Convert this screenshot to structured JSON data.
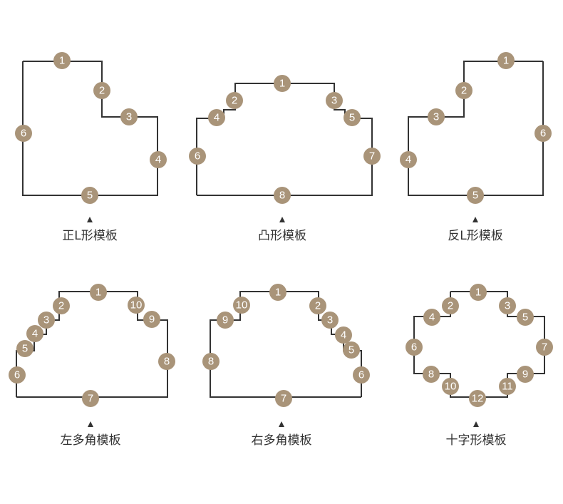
{
  "colors": {
    "badge": "#a99479",
    "line": "#333333",
    "caption": "#333333"
  },
  "shapes": [
    {
      "name": "正L形模板",
      "labels": [
        "1",
        "2",
        "3",
        "4",
        "5",
        "6"
      ]
    },
    {
      "name": "凸形模板",
      "labels": [
        "1",
        "2",
        "3",
        "4",
        "5",
        "6",
        "7",
        "8"
      ]
    },
    {
      "name": "反L形模板",
      "labels": [
        "1",
        "2",
        "3",
        "4",
        "5",
        "6"
      ]
    },
    {
      "name": "左多角模板",
      "labels": [
        "1",
        "2",
        "3",
        "4",
        "5",
        "6",
        "7",
        "8",
        "9",
        "10"
      ]
    },
    {
      "name": "右多角模板",
      "labels": [
        "1",
        "2",
        "3",
        "4",
        "5",
        "6",
        "7",
        "8",
        "9",
        "10"
      ]
    },
    {
      "name": "十字形模板",
      "labels": [
        "1",
        "2",
        "3",
        "4",
        "5",
        "6",
        "7",
        "8",
        "9",
        "10",
        "11",
        "12"
      ]
    }
  ]
}
